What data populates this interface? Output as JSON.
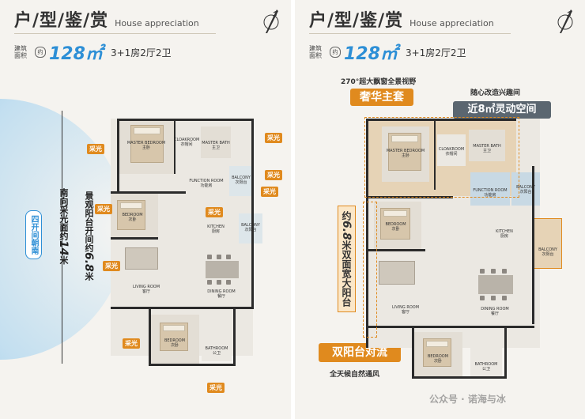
{
  "header": {
    "title_cn": "户/型/鉴/赏",
    "title_en": "House appreciation",
    "area_label_1": "建筑",
    "area_label_2": "面积",
    "approx": "约",
    "area": "128㎡",
    "layout": "3+1房2厅2卫"
  },
  "rooms": {
    "master_bedroom_en": "MASTER BEDROOM",
    "master_bedroom_cn": "主卧",
    "cloakroom_en": "CLOAKROOM",
    "cloakroom_cn": "衣帽间",
    "master_bath_en": "MASTER BATH",
    "master_bath_cn": "主卫",
    "function_room_en": "FUNCTION ROOM",
    "function_room_cn": "功能房",
    "balcony_en": "BALCONY",
    "balcony_cn": "次阳台",
    "bedroom_en": "BEDROOM",
    "bedroom_cn": "次卧",
    "kitchen_en": "KITCHEN",
    "kitchen_cn": "厨房",
    "living_room_en": "LIVING ROOM",
    "living_room_cn": "客厅",
    "dining_room_en": "DINING ROOM",
    "dining_room_cn": "餐厅",
    "bathroom_en": "BATHROOM",
    "bathroom_cn": "公卫"
  },
  "left": {
    "light_tag": "采光",
    "south_label": "南向采光面约",
    "south_value": "14",
    "south_unit": "米",
    "four_bays": "四开间朝南",
    "balcony_label": "景观阳台开间约",
    "balcony_value": "6.8",
    "balcony_unit": "米"
  },
  "right": {
    "window_caption": "270°超大飘窗全景视野",
    "master_suite": "奢华主套",
    "flex_caption": "随心改造兴趣间",
    "flex_space": "近8㎡灵动空间",
    "wide_balcony_1": "约",
    "wide_balcony_value": "6.8",
    "wide_balcony_2": "米双面宽大阳台",
    "convection": "双阳台对流",
    "ventilation": "全天候自然通风",
    "watermark": "公众号 · 诺海与冰"
  },
  "colors": {
    "accent_blue": "#2d8fd6",
    "accent_orange": "#e08a1e",
    "slate": "#5b6670"
  }
}
